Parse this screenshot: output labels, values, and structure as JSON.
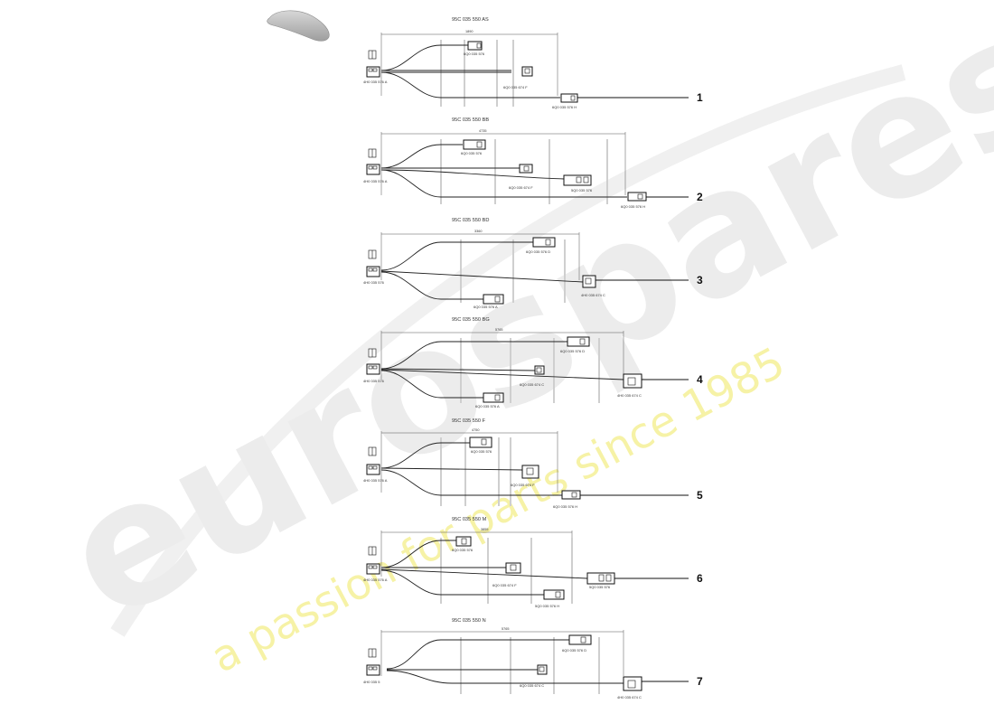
{
  "watermark": {
    "brand": "eurospares",
    "tagline": "a passion for parts since 1985"
  },
  "car_icon": "car-silhouette-icon",
  "harnesses": [
    {
      "callout": "1",
      "part_number": "95C 035 550 AS",
      "dimension": "1890",
      "labels": {
        "top": "6Q0 035 576",
        "mid": "6Q0 035 674 F",
        "end": "6Q0 035 576 H",
        "left": "4H0 035 576 A"
      }
    },
    {
      "callout": "2",
      "part_number": "95C 035 550 BB",
      "dimension": "4735",
      "labels": {
        "top": "6Q0 035 576",
        "mid": "6Q0 035 674 F",
        "mid2": "5Q0 035 576",
        "end": "6Q0 035 576 H",
        "left": "4H0 035 576 A"
      }
    },
    {
      "callout": "3",
      "part_number": "95C 035 550 BD",
      "dimension": "3360",
      "labels": {
        "top": "6Q0 035 576 D",
        "bottom": "6Q0 035 576 A",
        "end": "4H0 035 674 C",
        "left": "4H0 035 576"
      }
    },
    {
      "callout": "4",
      "part_number": "95C 035 550 BG",
      "dimension": "5765",
      "labels": {
        "top": "6Q0 035 576 D",
        "mid": "6Q0 035 674 C",
        "bottom": "6Q0 035 576 A",
        "end": "4H0 035 674 C",
        "left": "4H0 035 576"
      }
    },
    {
      "callout": "5",
      "part_number": "95C 035 550 F",
      "dimension": "4750",
      "labels": {
        "top": "6Q0 035 576",
        "mid": "6Q0 035 674 F",
        "end": "6Q0 035 576 H",
        "left": "4H0 035 576 A"
      }
    },
    {
      "callout": "6",
      "part_number": "95C 035 550 M",
      "dimension": "3855",
      "labels": {
        "top": "6Q0 035 576",
        "mid": "6Q0 035 674 F",
        "bottom": "5Q0 035 576 H",
        "end": "5Q0 035 576",
        "left": "4H0 035 576 A"
      }
    },
    {
      "callout": "7",
      "part_number": "95C 035 550 N",
      "dimension": "5765",
      "labels": {
        "top": "6Q0 035 576 D",
        "mid": "6Q0 035 674 C",
        "end": "4H0 035 674 C",
        "left": "4H0 035 5"
      }
    }
  ]
}
